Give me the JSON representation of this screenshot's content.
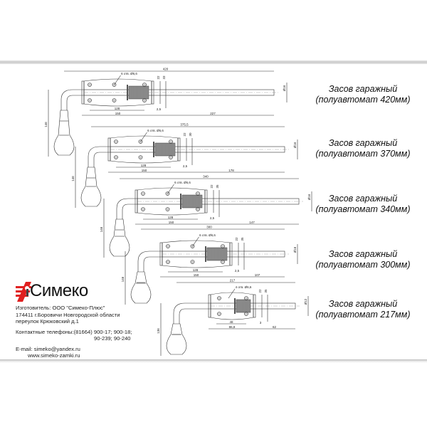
{
  "latches": [
    {
      "title_line1": "Засов гаражный",
      "title_line2": "(полуавтомат 420мм)",
      "dims": {
        "total": "420",
        "rod_diam": "Ø16",
        "holes": "6 отв. Ø6,6",
        "h1": "22",
        "h2": "33",
        "hole_span": "128",
        "plate_len": "150",
        "gap": "2,5",
        "tail": "227",
        "height": "146"
      }
    },
    {
      "title_line1": "Засов гаражный",
      "title_line2": "(полуавтомат 370мм)",
      "dims": {
        "total": "375,5",
        "rod_diam": "Ø16",
        "holes": "6 отв. Ø6,6",
        "h1": "22",
        "h2": "30",
        "hole_span": "128",
        "plate_len": "150",
        "gap": "2,5",
        "tail": "178",
        "height": "146"
      }
    },
    {
      "title_line1": "Засов гаражный",
      "title_line2": "(полуавтомат 340мм)",
      "dims": {
        "total": "340",
        "rod_diam": "Ø16",
        "holes": "6 отв. Ø6,6",
        "h1": "22",
        "h2": "35",
        "hole_span": "128",
        "plate_len": "150",
        "gap": "2,5",
        "tail": "147",
        "height": "146"
      }
    },
    {
      "title_line1": "Засов гаражный",
      "title_line2": "(полуавтомат 300мм)",
      "dims": {
        "total": "300",
        "rod_diam": "Ø16",
        "holes": "6 отв. Ø6,6",
        "h1": "22",
        "h2": "35",
        "hole_span": "128",
        "plate_len": "150",
        "gap": "2,5",
        "tail": "107",
        "height": "146"
      }
    },
    {
      "title_line1": "Засов гаражный",
      "title_line2": "(полуавтомат 217мм)",
      "dims": {
        "total": "217",
        "rod_diam": "Ø12",
        "holes": "4 отв. Ø6,6",
        "h1": "22",
        "h2": "35",
        "hole_span": "48",
        "plate_len": "86,8",
        "gap": "3",
        "tail": "62",
        "height": "136"
      }
    }
  ],
  "company": {
    "logo_text": "Симеко",
    "manufacturer": "Изготовитель: ООО \"Симеко-Плюс\"",
    "address1": "174411 г.Боровичи Новгородской области",
    "address2": "переулок Крюковский д.1",
    "phones1": "Контактные телефоны:(81664) 900-17; 900-18;",
    "phones2": "90-239; 90-240",
    "email": "E-mail: simeko@yandex.ru",
    "website": "www.simeko-zamki.ru"
  },
  "colors": {
    "logo_red": "#e02020",
    "line": "#333333"
  }
}
